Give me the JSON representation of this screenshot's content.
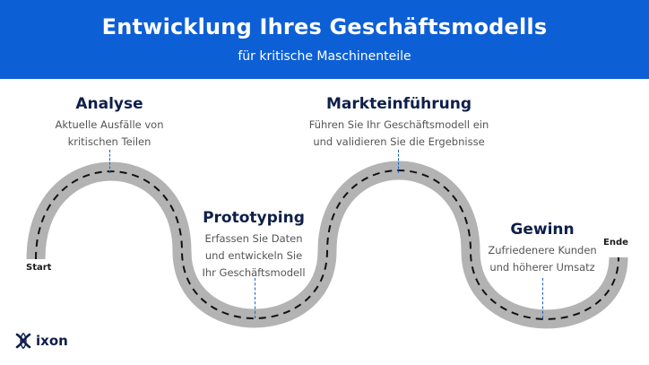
{
  "header": {
    "title": "Entwicklung Ihres Geschäftsmodells",
    "subtitle": "für kritische Maschinenteile"
  },
  "stages": [
    {
      "title": "Analyse",
      "description_lines": [
        "Aktuelle Ausfälle von",
        "kritischen Teilen"
      ]
    },
    {
      "title": "Prototyping",
      "description_lines": [
        "Erfassen Sie Daten",
        "und entwickeln Sie",
        "Ihr Geschäftsmodell"
      ]
    },
    {
      "title": "Markteinführung",
      "description_lines": [
        "Führen Sie Ihr Geschäftsmodell ein",
        "und validieren Sie die Ergebnisse"
      ]
    },
    {
      "title": "Gewinn",
      "description_lines": [
        "Zufriedenere Kunden",
        "und höherer Umsatz"
      ]
    }
  ],
  "road": {
    "start_label": "Start",
    "end_label": "Ende"
  },
  "logo": {
    "text": "ixon",
    "icon": "ixon-logo-icon"
  },
  "colors": {
    "header_bg": "#0d5fd6",
    "road": "#b3b3b3",
    "road_dash": "#111111",
    "stage_title": "#0f1f4b",
    "connector": "#1f5fc4"
  }
}
